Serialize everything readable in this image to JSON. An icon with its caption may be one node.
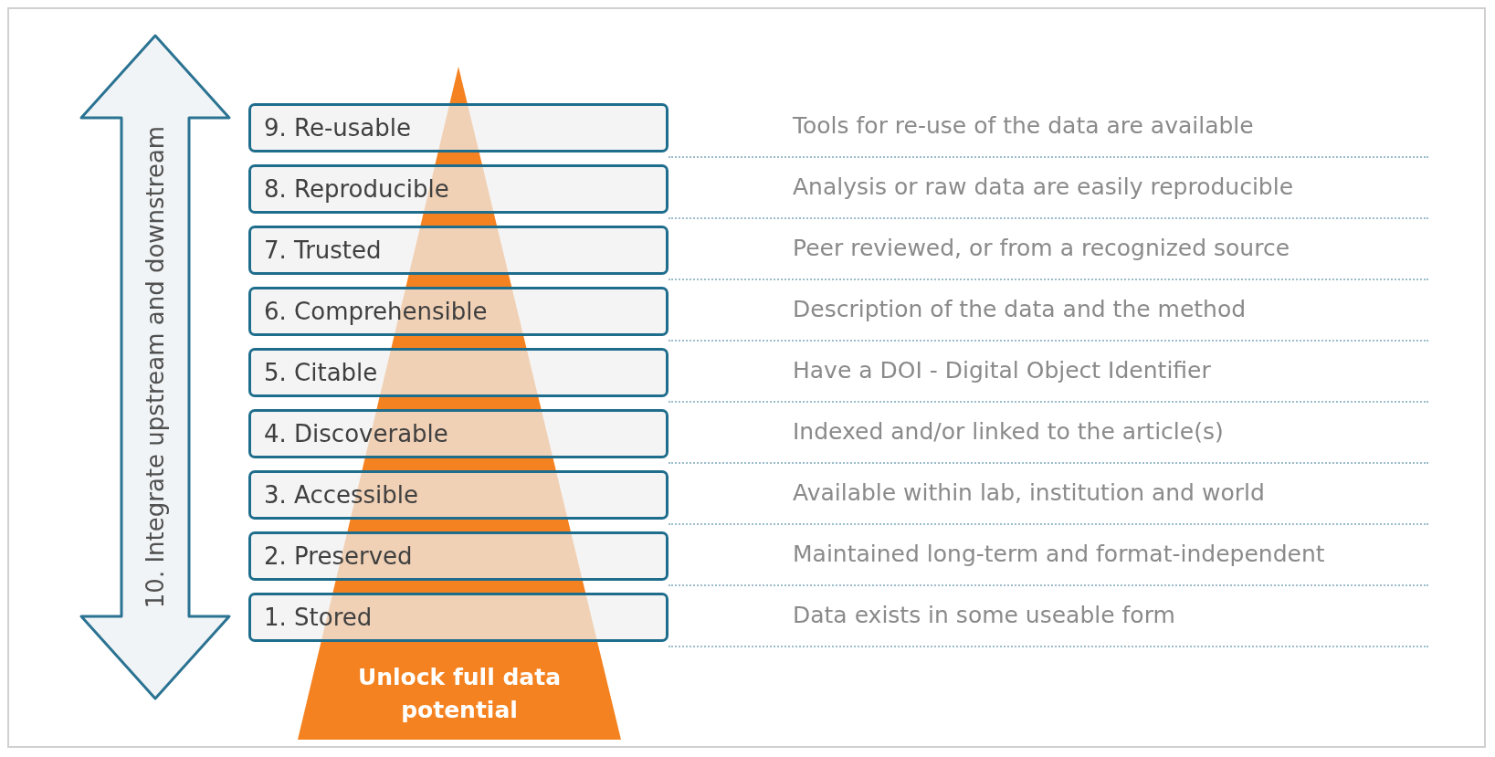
{
  "diagram": {
    "nodes": [
      {
        "text": [
          "10. Integrate upstream and downstream"
        ]
      },
      {
        "text": [
          "9. Re-usable"
        ]
      },
      {
        "text": [
          "8. Reproducible"
        ]
      },
      {
        "text": [
          "7. Trusted"
        ]
      },
      {
        "text": [
          "6. Comprehensible"
        ]
      },
      {
        "text": [
          "5. Citable"
        ]
      },
      {
        "text": [
          "4. Discoverable"
        ]
      },
      {
        "text": [
          "3. Accessible"
        ]
      },
      {
        "text": [
          "2. Preserved"
        ]
      },
      {
        "text": [
          "1. Stored"
        ]
      },
      {
        "text": [
          "Unlock full data potential"
        ]
      }
    ],
    "labels": [
      "Tools for re-use of the data are available",
      "Analysis or raw data are easily reproducible",
      "Peer reviewed, or from a recognized source",
      "Description of the data and the method",
      "Have a DOI - Digital Object Identifier",
      "Indexed and/or linked to the article(s)",
      "Available within lab, institution and world",
      "Maintained long-term and format-independent",
      "Data exists in some useable form"
    ]
  }
}
